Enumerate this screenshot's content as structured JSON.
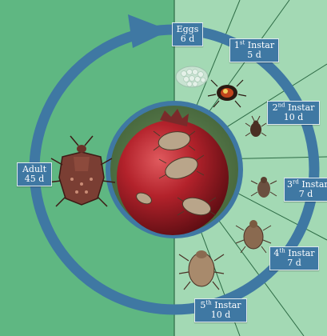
{
  "diagram": {
    "stages": [
      {
        "id": "eggs",
        "name": "Eggs",
        "suffix": "",
        "tail": "",
        "duration": "6 d"
      },
      {
        "id": "instar1",
        "name": "1",
        "suffix": "st",
        "tail": " Instar",
        "duration": "5 d"
      },
      {
        "id": "instar2",
        "name": "2",
        "suffix": "nd",
        "tail": " Instar",
        "duration": "10 d"
      },
      {
        "id": "instar3",
        "name": "3",
        "suffix": "rd",
        "tail": " Instar",
        "duration": "7 d"
      },
      {
        "id": "instar4",
        "name": "4",
        "suffix": "th",
        "tail": " Instar",
        "duration": "7 d"
      },
      {
        "id": "instar5",
        "name": "5",
        "suffix": "th",
        "tail": " Instar",
        "duration": "10 d"
      },
      {
        "id": "adult",
        "name": "Adult",
        "suffix": "",
        "tail": "",
        "duration": "45 d"
      }
    ],
    "colors": {
      "adult_panel": "#5fb782",
      "nymph_panel": "#a3d9b4",
      "cycle_ring": "#3f78a3",
      "label_bg": "#3f78a3",
      "center_photo_bg": "#9c1f26"
    }
  }
}
